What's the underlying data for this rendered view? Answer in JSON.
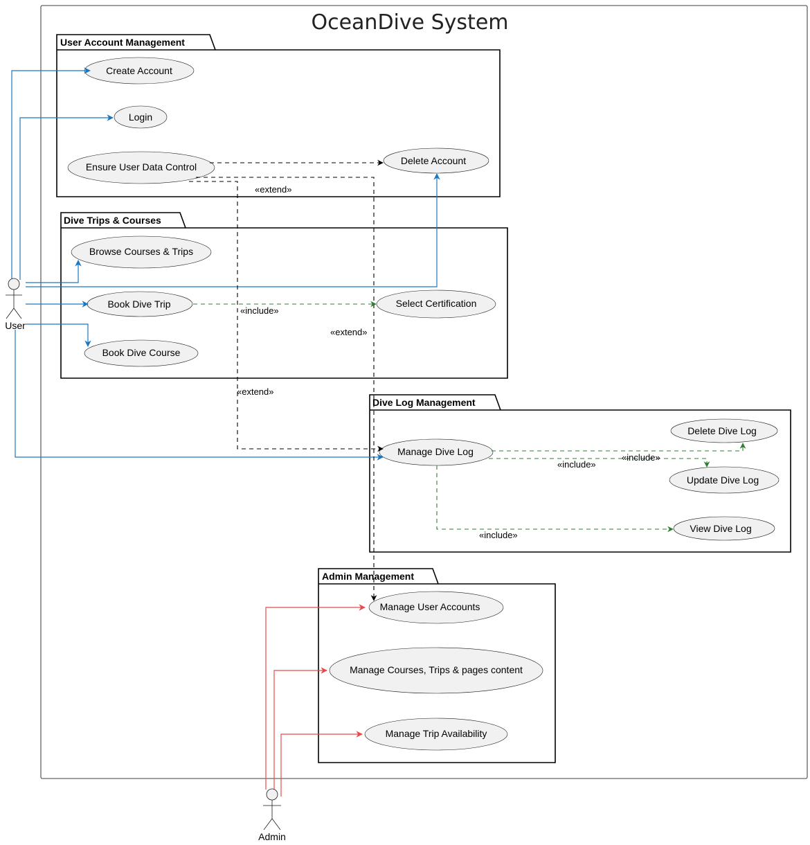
{
  "title": "OceanDive System",
  "actors": {
    "user": "User",
    "admin": "Admin"
  },
  "packages": {
    "account": "User Account Management",
    "trips": "Dive Trips & Courses",
    "divelog": "Dive Log Management",
    "admin": "Admin Management"
  },
  "use_cases": {
    "create_account": "Create Account",
    "login": "Login",
    "ensure_data_control": "Ensure User Data Control",
    "delete_account": "Delete Account",
    "browse": "Browse Courses & Trips",
    "book_trip": "Book Dive Trip",
    "select_cert": "Select Certification",
    "book_course": "Book Dive Course",
    "manage_dive_log": "Manage Dive Log",
    "delete_dive_log": "Delete Dive Log",
    "update_dive_log": "Update Dive Log",
    "view_dive_log": "View Dive Log",
    "manage_users": "Manage User Accounts",
    "manage_content": "Manage Courses, Trips & pages content",
    "manage_availability": "Manage Trip Availability"
  },
  "relations": {
    "extend": "«extend»",
    "include": "«include»"
  },
  "colors": {
    "user_assoc": "#1a78c2",
    "admin_assoc": "#e84a4a",
    "include": "#2e7d32",
    "extend": "#000000",
    "use_case_fill": "#f1f1f1"
  }
}
